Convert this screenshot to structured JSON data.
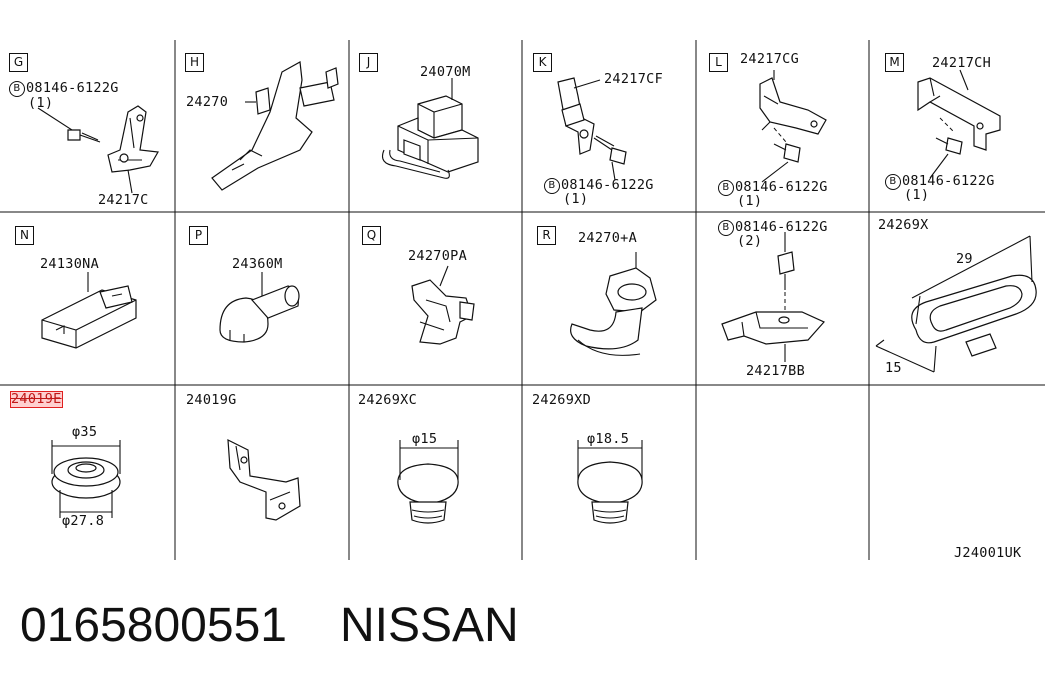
{
  "diagram_code": "J24001UK",
  "footer": {
    "part_number": "0165800551",
    "brand": "NISSAN"
  },
  "cells": {
    "G": {
      "letter": "G",
      "bolt_prefix": "B",
      "bolt": "08146-6122G",
      "qty": "(1)",
      "part": "24217C"
    },
    "H": {
      "letter": "H",
      "part": "24270"
    },
    "J": {
      "letter": "J",
      "part": "24070M"
    },
    "K": {
      "letter": "K",
      "part": "24217CF",
      "bolt_prefix": "B",
      "bolt": "08146-6122G",
      "qty": "(1)"
    },
    "L": {
      "letter": "L",
      "part": "24217CG",
      "bolt_prefix": "B",
      "bolt": "08146-6122G",
      "qty": "(1)"
    },
    "M": {
      "letter": "M",
      "part": "24217CH",
      "bolt_prefix": "B",
      "bolt": "08146-6122G",
      "qty": "(1)"
    },
    "N": {
      "letter": "N",
      "part": "24130NA"
    },
    "P": {
      "letter": "P",
      "part": "24360M"
    },
    "Q": {
      "letter": "Q",
      "part": "24270PA"
    },
    "R": {
      "letter": "R",
      "part": "24270+A"
    },
    "S": {
      "bolt_prefix": "B",
      "bolt": "08146-6122G",
      "qty": "(2)",
      "part": "24217BB"
    },
    "T": {
      "part": "24269X",
      "dim_length": "29",
      "dim_width": "15"
    },
    "U": {
      "part": "24019E",
      "dim_outer": "φ35",
      "dim_inner": "φ27.8"
    },
    "V": {
      "part": "24019G"
    },
    "W": {
      "part": "24269XC",
      "dim": "φ15"
    },
    "X": {
      "part": "24269XD",
      "dim": "φ18.5"
    }
  }
}
